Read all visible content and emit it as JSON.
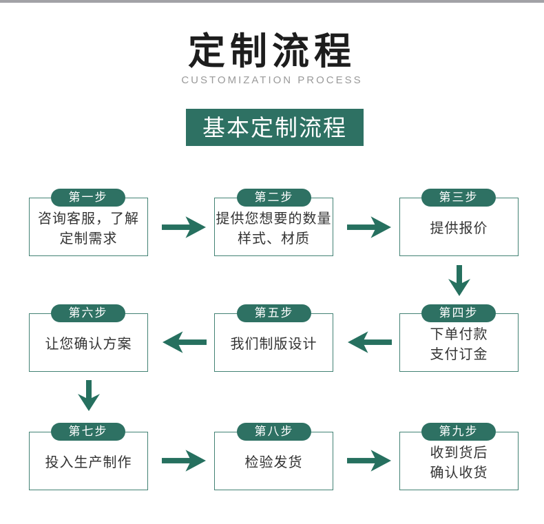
{
  "page": {
    "title": "定制流程",
    "subtitle": "CUSTOMIZATION PROCESS",
    "banner": "基本定制流程"
  },
  "colors": {
    "teal_fill": "#2e7163",
    "teal_border": "#418173",
    "arrow_teal": "#26705f",
    "title_text": "#1d1d1d",
    "subtitle_text": "#9a9a9a",
    "box_text": "#333333",
    "top_bar_gray": "#a2a2a6",
    "background": "#ffffff"
  },
  "steps": [
    {
      "badge": "第一步",
      "line1": "咨询客服，了解",
      "line2": "定制需求"
    },
    {
      "badge": "第二步",
      "line1": "提供您想要的数量",
      "line2": "样式、材质"
    },
    {
      "badge": "第三步",
      "line1": "提供报价",
      "line2": ""
    },
    {
      "badge": "第四步",
      "line1": "下单付款",
      "line2": "支付订金"
    },
    {
      "badge": "第五步",
      "line1": "我们制版设计",
      "line2": ""
    },
    {
      "badge": "第六步",
      "line1": "让您确认方案",
      "line2": ""
    },
    {
      "badge": "第七步",
      "line1": "投入生产制作",
      "line2": ""
    },
    {
      "badge": "第八步",
      "line1": "检验发货",
      "line2": ""
    },
    {
      "badge": "第九步",
      "line1": "收到货后",
      "line2": "确认收货"
    }
  ],
  "flow_arrows": [
    {
      "from": 1,
      "to": 2,
      "direction": "right"
    },
    {
      "from": 2,
      "to": 3,
      "direction": "right"
    },
    {
      "from": 3,
      "to": 4,
      "direction": "down"
    },
    {
      "from": 4,
      "to": 5,
      "direction": "left"
    },
    {
      "from": 5,
      "to": 6,
      "direction": "left"
    },
    {
      "from": 6,
      "to": 7,
      "direction": "down"
    },
    {
      "from": 7,
      "to": 8,
      "direction": "right"
    },
    {
      "from": 8,
      "to": 9,
      "direction": "right"
    }
  ]
}
